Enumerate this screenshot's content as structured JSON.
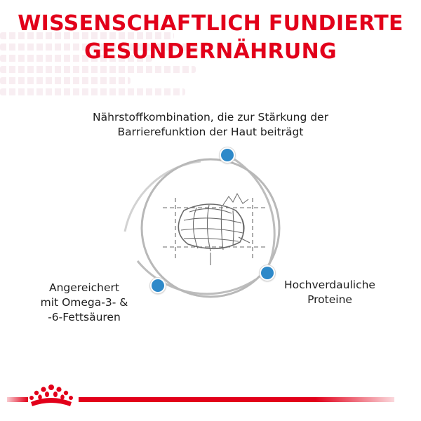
{
  "title": {
    "line1": "WISSENSCHAFTLICH FUNDIERTE",
    "line2": "GESUNDERNÄHRUNG"
  },
  "benefits": {
    "top": {
      "line1": "Nährstoffkombination, die zur Stärkung der",
      "line2": "Barrierefunktion der Haut beiträgt"
    },
    "left": {
      "line1": "Angereichert",
      "line2": "mit Omega-3- &",
      "line3": "-6-Fettsäuren"
    },
    "right": {
      "line1": "Hochverdauliche",
      "line2": "Proteine"
    }
  },
  "icons": {
    "center": "kibble-sketch-icon",
    "logo": "royal-crown-logo-icon"
  },
  "colors": {
    "accent_red": "#e2001a",
    "dot_blue": "#2e89c9",
    "ring_gray": "#bdbdbd",
    "text": "#1e1e1e"
  }
}
